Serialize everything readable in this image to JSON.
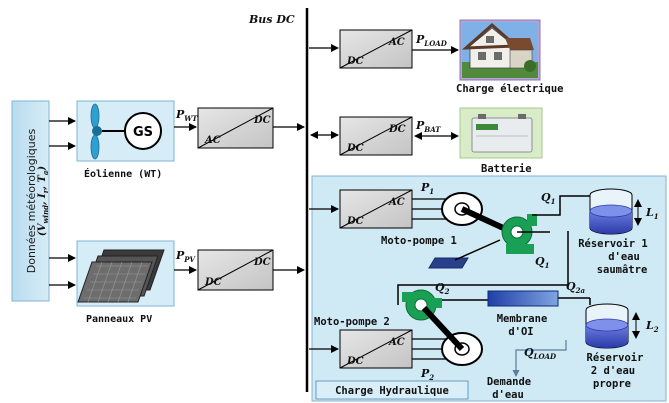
{
  "bus_dc": "Bus DC",
  "meteo": {
    "text": "Données météorologiques",
    "vars": "(Vwind, Ir, Ta)",
    "v": "V",
    "v_sub": "wind",
    "ir": "I",
    "ir_sub": "r",
    "t": "T",
    "t_sub": "a"
  },
  "wind": {
    "label": "Éolienne (WT)",
    "gs": "GS",
    "power": "P",
    "power_sub": "WT"
  },
  "pv": {
    "label": "Panneaux PV",
    "power": "P",
    "power_sub": "PV"
  },
  "converters": {
    "ac": "AC",
    "dc": "DC"
  },
  "load": {
    "label": "Charge électrique",
    "power": "P",
    "power_sub": "LOAD"
  },
  "battery": {
    "label": "Batterie",
    "power": "P",
    "power_sub": "BAT"
  },
  "hydraulic": {
    "title": "Charge Hydraulique",
    "pump1": "Moto-pompe 1",
    "pump2": "Moto-pompe 2",
    "p1": "P",
    "p1_sub": "1",
    "p2": "P",
    "p2_sub": "2",
    "q1": "Q",
    "q1_sub": "1",
    "q2": "Q",
    "q2_sub": "2",
    "q2a": "Q",
    "q2a_sub": "2a",
    "qload": "Q",
    "qload_sub": "LOAD",
    "l1": "L",
    "l1_sub": "1",
    "l2": "L",
    "l2_sub": "2",
    "reservoir1": [
      "Réservoir 1",
      "d'eau",
      "saumâtre"
    ],
    "reservoir2": [
      "Réservoir",
      "2 d'eau",
      "propre"
    ],
    "membrane": [
      "Membrane",
      "d'OI"
    ],
    "demand": [
      "Demande",
      "d'eau"
    ]
  },
  "colors": {
    "panel_fill": "#cfe9f5",
    "panel_stroke": "#7fb4d1",
    "box_fill": "#d9edf7",
    "converter_fill": "#d8d8d8",
    "pump_green": "#19a055",
    "water_blue": "#3e52c7",
    "bus": "#000000"
  }
}
